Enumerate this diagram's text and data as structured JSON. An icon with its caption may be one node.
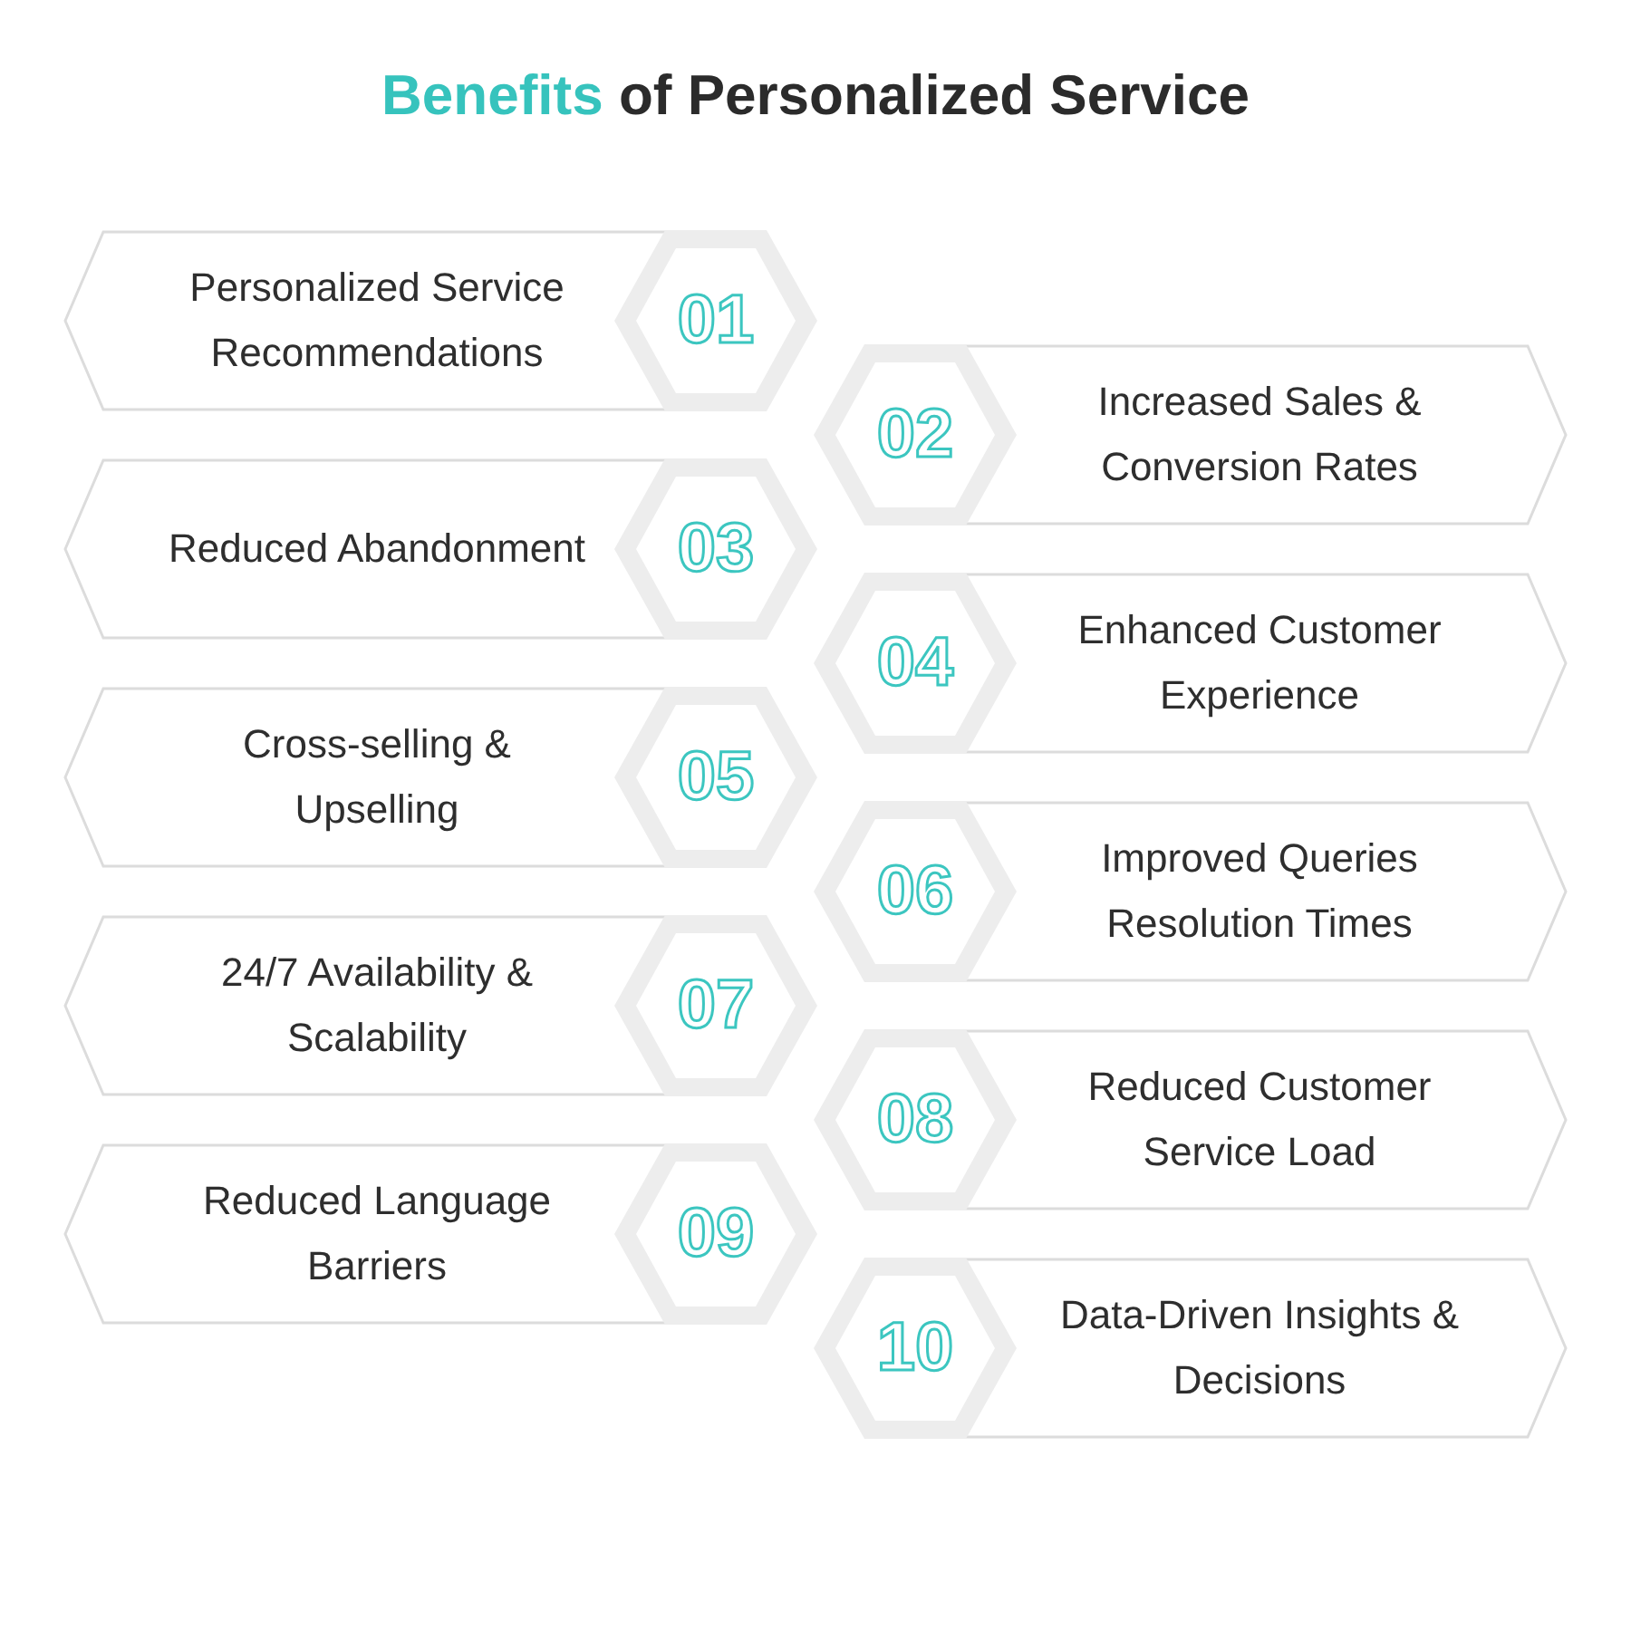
{
  "diagram": {
    "title": "**Benefits** of Personalized Service",
    "nodes": [
      {
        "text": [
          "Personalized Service Recommendations",
          "01"
        ]
      },
      {
        "text": [
          "02",
          "Increased Sales & Conversion Rates"
        ]
      },
      {
        "text": [
          "Reduced Abandonment",
          "03"
        ]
      },
      {
        "text": [
          "04",
          "Enhanced Customer Experience"
        ]
      },
      {
        "text": [
          "Cross-selling & Upselling",
          "05"
        ]
      },
      {
        "text": [
          "06",
          "Improved Queries Resolution Times"
        ]
      },
      {
        "text": [
          "24/7 Availability & Scalability",
          "07"
        ]
      },
      {
        "text": [
          "08",
          "Reduced Customer Service Load"
        ]
      },
      {
        "text": [
          "Reduced Language Barriers",
          "09"
        ]
      },
      {
        "text": [
          "10",
          "Data-Driven Insights & Decisions"
        ]
      }
    ]
  }
}
